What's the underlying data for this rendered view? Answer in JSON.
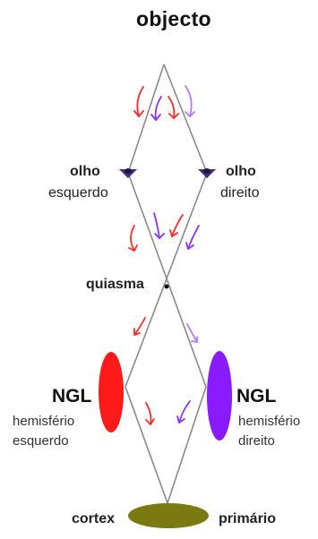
{
  "title": "objecto",
  "left_eye": {
    "line1": "olho",
    "line2": "esquerdo"
  },
  "right_eye": {
    "line1": "olho",
    "line2": "direito"
  },
  "chiasm": "quiasma",
  "left_ngl": {
    "name": "NGL",
    "line1": "hemisfério",
    "line2": "esquerdo"
  },
  "right_ngl": {
    "name": "NGL",
    "line1": "hemisfério",
    "line2": "direito"
  },
  "cortex": {
    "left": "cortex",
    "right": "primário"
  },
  "colors": {
    "line": "#8a8a8a",
    "red": "#ff2a2a",
    "purple": "#8b33ff",
    "cortex": "#7a7a10",
    "eye": "#4a2a80"
  }
}
